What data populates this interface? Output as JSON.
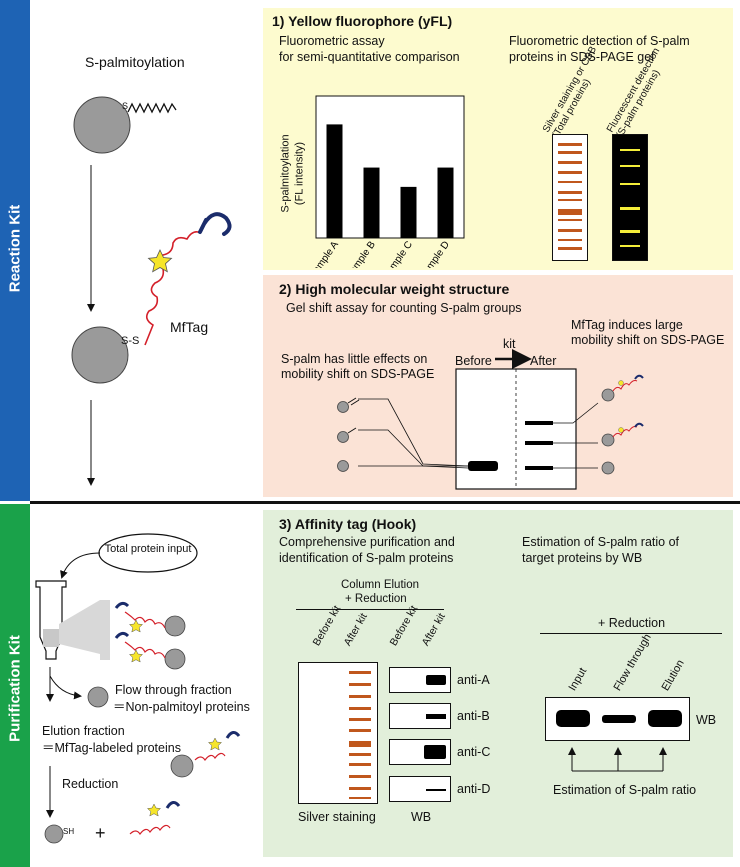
{
  "sidebar": {
    "reaction_label": "Reaction Kit",
    "purification_label": "Purification Kit",
    "reaction_color": "#1e63b4",
    "purification_color": "#1aa24a"
  },
  "left": {
    "s_palmitoylation": "S-palmitoylation",
    "s_label": "S",
    "ss_label": "S-S",
    "mftag": "MfTag",
    "total_protein": "Total protein input",
    "flow_through_line1": "Flow through fraction",
    "flow_through_line2": "＝Non-palmitoyl proteins",
    "elution_line1": "Elution fraction",
    "elution_line2": "＝MfTag-labeled proteins",
    "reduction": "Reduction",
    "sh_label": "SH",
    "plus": "+"
  },
  "panel1": {
    "title": "1) Yellow fluorophore (yFL)",
    "subtitle1": "Fluorometric assay",
    "subtitle2": "for semi-quantitative comparison",
    "right_title1": "Fluorometric detection of S-palm",
    "right_title2": "proteins in SDS-PAGE gel",
    "ylabel1": "S-palmitoylation",
    "ylabel2": "(FL intensity)",
    "gel_label_silver": "Silver staining or CBB (Total proteins)",
    "gel_label_fluor": "Fluorescent detection (S-palm proteins)",
    "bg_color": "#fdfbcf"
  },
  "chart_data": {
    "type": "bar",
    "categories": [
      "Sample A",
      "Sample B",
      "Sample C",
      "Sample D"
    ],
    "values": [
      100,
      62,
      45,
      62
    ],
    "ylabel": "S-palmitoylation (FL intensity)",
    "ylim": [
      0,
      125
    ]
  },
  "panel2": {
    "title": "2) High molecular weight structure",
    "subtitle": "Gel shift assay for counting S-palm groups",
    "kit": "kit",
    "before": "Before",
    "after": "After",
    "left_note1": "S-palm has little effects on",
    "left_note2": "mobility shift on SDS-PAGE",
    "right_note1": "MfTag induces large",
    "right_note2": "mobility shift on SDS-PAGE",
    "bg_color": "#fbe3d6"
  },
  "panel3": {
    "title": "3) Affinity tag (Hook)",
    "subtitle1": "Comprehensive purification and",
    "subtitle2": "identification of S-palm proteins",
    "right_title1": "Estimation of S-palm ratio of",
    "right_title2": "target proteins by WB",
    "column_elution1": "Column Elution",
    "column_elution2": "+ Reduction",
    "before_kit": "Before kit",
    "after_kit": "After kit",
    "silver_staining": "Silver staining",
    "wb": "WB",
    "antibodies": [
      "anti-A",
      "anti-B",
      "anti-C",
      "anti-D"
    ],
    "reduction": "+ Reduction",
    "lanes": [
      "Input",
      "Flow through",
      "Elution"
    ],
    "wb_right": "WB",
    "estimation": "Estimation of S-palm ratio",
    "bg_color": "#e2efda"
  },
  "colors": {
    "silver_band": "#c0571c",
    "fluor_band": "#f4ee3a",
    "protein_grey": "#9a9a9a",
    "tag_red": "#d4202a",
    "star_yellow": "#f6e52a",
    "hook_navy": "#1b2c6b"
  }
}
